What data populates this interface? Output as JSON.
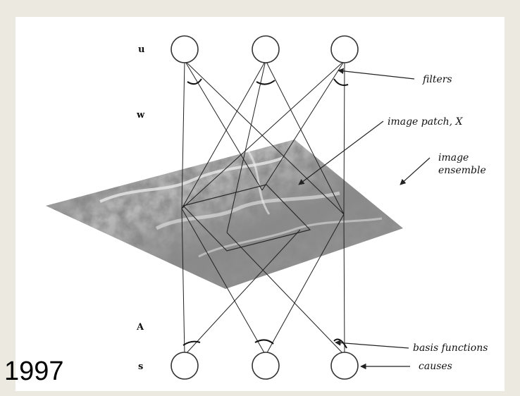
{
  "slide": {
    "year": "1997"
  },
  "diagram": {
    "layer_labels": {
      "u": "u",
      "w": "w",
      "A": "A",
      "s": "s"
    },
    "annotations": {
      "filters": "filters",
      "image_patch": "image patch, X",
      "image_ensemble_line1": "image",
      "image_ensemble_line2": "ensemble",
      "basis_functions": "basis functions",
      "causes": "causes"
    },
    "colors": {
      "background": "#ece9e1",
      "panel": "#ffffff",
      "ink": "#222222"
    }
  }
}
